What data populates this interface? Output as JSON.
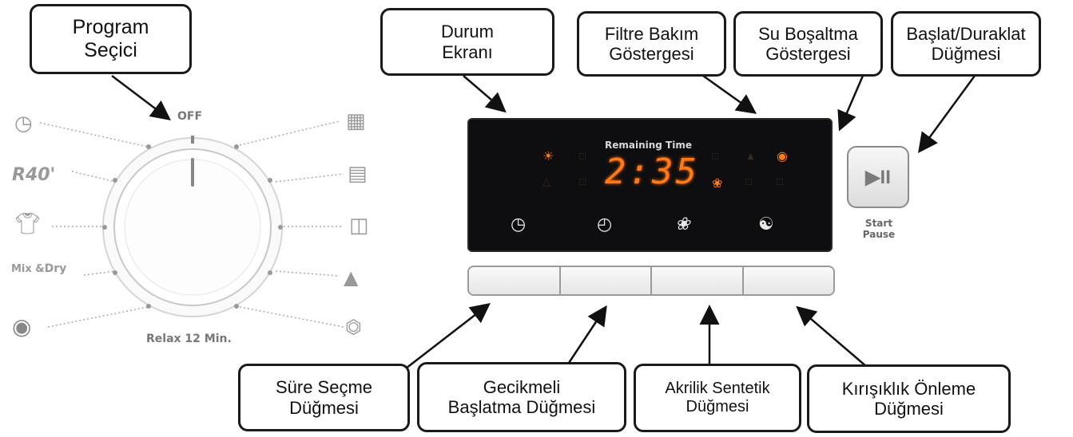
{
  "callouts": {
    "program_selector": {
      "line1": "Program",
      "line2": "Seçici"
    },
    "status_display": {
      "line1": "Durum",
      "line2": "Ekranı"
    },
    "filter_indicator": {
      "line1": "Filtre Bakım",
      "line2": "Göstergesi"
    },
    "drain_indicator": {
      "line1": "Su Boşaltma",
      "line2": "Göstergesi"
    },
    "start_pause": {
      "line1": "Başlat/Duraklat",
      "line2": "Düğmesi"
    },
    "time_select": {
      "line1": "Süre Seçme",
      "line2": "Düğmesi"
    },
    "delay_start": {
      "line1": "Gecikmeli",
      "line2": "Başlatma Düğmesi"
    },
    "acrylic_synthetic": {
      "line1": "Akrilik Sentetik",
      "line2": "Düğmesi"
    },
    "anti_crease": {
      "line1": "Kırışıklık Önleme",
      "line2": "Düğmesi"
    }
  },
  "dial": {
    "off_label": "OFF",
    "bottom_label": "Relax 12 Min.",
    "left_programs": [
      "clock-icon",
      "R40'",
      "shirt-icon",
      "Mix & Dry",
      "wool-icon"
    ],
    "right_programs": [
      "towel-icon",
      "jeans-icon",
      "wardrobe-icon",
      "hanger-icon",
      "iron-icon"
    ],
    "r40_label": "R40'",
    "mix_label": "Mix &",
    "dry_label": "Dry"
  },
  "display": {
    "remaining_time_label": "Remaining Time",
    "time_value": "2:35",
    "active_color": "#ff7a1a"
  },
  "start_button": {
    "symbol": "▶II",
    "label_line1": "Start",
    "label_line2": "Pause"
  },
  "colors": {
    "display_bg": "#0e0e10",
    "led_orange": "#ff7a1a",
    "outline": "#1a1a1a"
  }
}
